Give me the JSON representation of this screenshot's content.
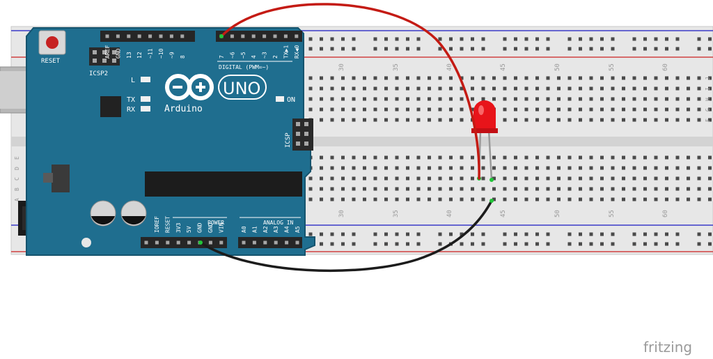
{
  "board": {
    "reset_label": "RESET",
    "icsp2_label": "ICSP2",
    "icsp_label": "ICSP",
    "aref": "AREF",
    "gnd": "GND",
    "digital_pins": [
      "13",
      "12",
      "~11",
      "~10",
      "~9",
      "8",
      "7",
      "~6",
      "~5",
      "4",
      "~3",
      "2",
      "TX▶1",
      "RX◀0"
    ],
    "digital_label": "DIGITAL (PWM=~)",
    "led_l": "L",
    "led_tx": "TX",
    "led_rx": "RX",
    "on_label": "ON",
    "model": "UNO",
    "brand": "Arduino",
    "power_pins": [
      "IOREF",
      "RESET",
      "3V3",
      "5V",
      "GND",
      "GND",
      "VIN"
    ],
    "power_label": "POWER",
    "analog_pins": [
      "A0",
      "A1",
      "A2",
      "A3",
      "A4",
      "A5"
    ],
    "analog_label": "ANALOG IN"
  },
  "breadboard": {
    "column_numbers_top": [
      "30",
      "35",
      "40",
      "45",
      "50",
      "55",
      "60"
    ],
    "column_numbers_bottom": [
      "30",
      "35",
      "40",
      "45",
      "50",
      "55",
      "60"
    ],
    "row_letters_top": [
      "J",
      "I",
      "H",
      "G",
      "F"
    ],
    "row_letters_bottom": [
      "E",
      "D",
      "C",
      "B",
      "A"
    ]
  },
  "colors": {
    "board": "#1f6e8f",
    "board_dark": "#15546e",
    "wire_red": "#c41b14",
    "wire_black": "#1c1c1c",
    "led": "#e8141a",
    "breadboard": "#e6e6e6",
    "rail_red": "#d04040",
    "rail_blue": "#3b3bc8"
  },
  "watermark": "fritzing"
}
